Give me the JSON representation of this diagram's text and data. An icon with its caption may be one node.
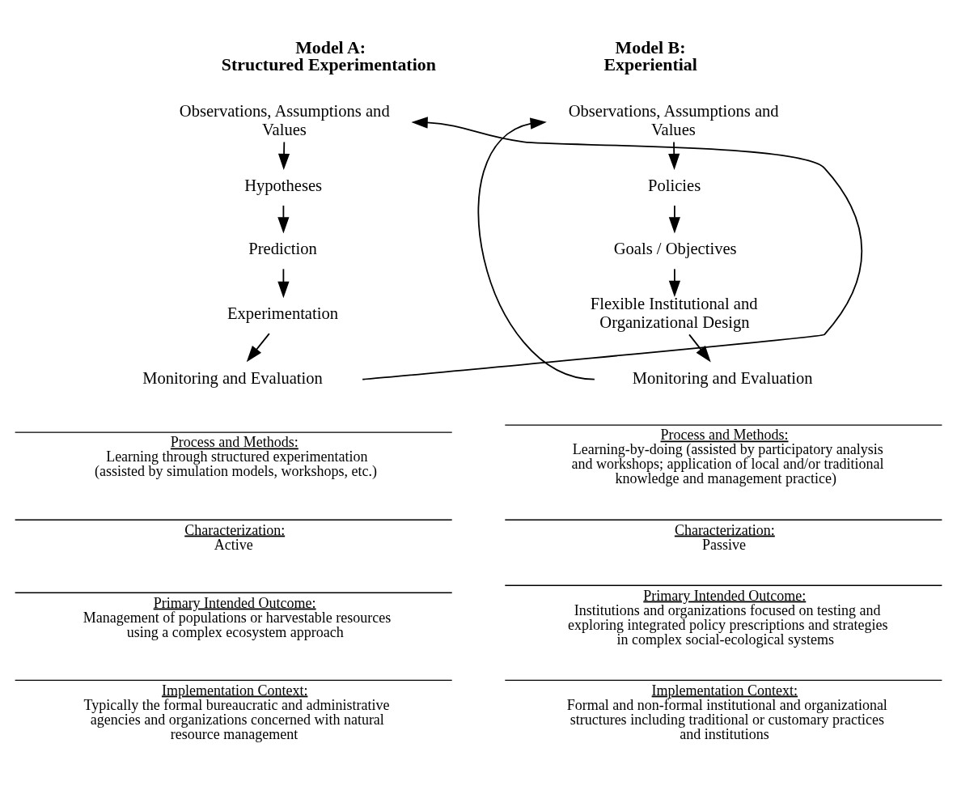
{
  "diagram": {
    "nodes": [
      {
        "text": [
          "Observations, Assumptions and Values"
        ]
      },
      {
        "text": [
          "Hypotheses"
        ]
      },
      {
        "text": [
          "Prediction"
        ]
      },
      {
        "text": [
          "Experimentation"
        ]
      },
      {
        "text": [
          "Monitoring and Evaluation"
        ]
      },
      {
        "text": [
          "Observations, Assumptions and Values"
        ]
      },
      {
        "text": [
          "Policies"
        ]
      },
      {
        "text": [
          "Goals / Objectives"
        ]
      },
      {
        "text": [
          "Flexible Institutional and Organizational Design"
        ]
      },
      {
        "text": [
          "Monitoring and Evaluation"
        ]
      }
    ],
    "edges": [
      {
        "from": 0,
        "to": 1,
        "arrow": "to"
      },
      {
        "from": 1,
        "to": 2,
        "arrow": "to"
      },
      {
        "from": 2,
        "to": 3,
        "arrow": "to"
      },
      {
        "from": 3,
        "to": 4,
        "arrow": "to"
      },
      {
        "from": 4,
        "to": 0,
        "arrow": "to"
      },
      {
        "from": 5,
        "to": 6,
        "arrow": "to"
      },
      {
        "from": 6,
        "to": 7,
        "arrow": "to"
      },
      {
        "from": 7,
        "to": 8,
        "arrow": "to"
      },
      {
        "from": 8,
        "to": 9,
        "arrow": "to"
      },
      {
        "from": 9,
        "to": 5,
        "arrow": "to"
      }
    ],
    "labels": [
      "Model A: Structured Experimentation",
      "Model B: Experiential",
      "Process and Methods:",
      "Learning through structured experimentation (assisted by simulation models, workshops, etc.)",
      "Process and Methods:",
      "Learning-by-doing (assisted by participatory analysis and workshops; application of local and/or traditional knowledge and management practice)",
      "Characterization:",
      "Active",
      "Characterization:",
      "Passive",
      "Primary Intended Outcome:",
      "Management of populations or harvestable resources using a complex ecosystem approach",
      "Primary Intended Outcome:",
      "Institutions and organizations focused on testing and exploring integrated policy prescriptions and strategies in complex social-ecological systems",
      "Implementation Context:",
      "Typically the formal bureaucratic and administrative agencies and organizations concerned with natural resource management",
      "Implementation Context:",
      "Formal and non-formal institutional and organizational structures including traditional or customary practices and institutions"
    ]
  }
}
